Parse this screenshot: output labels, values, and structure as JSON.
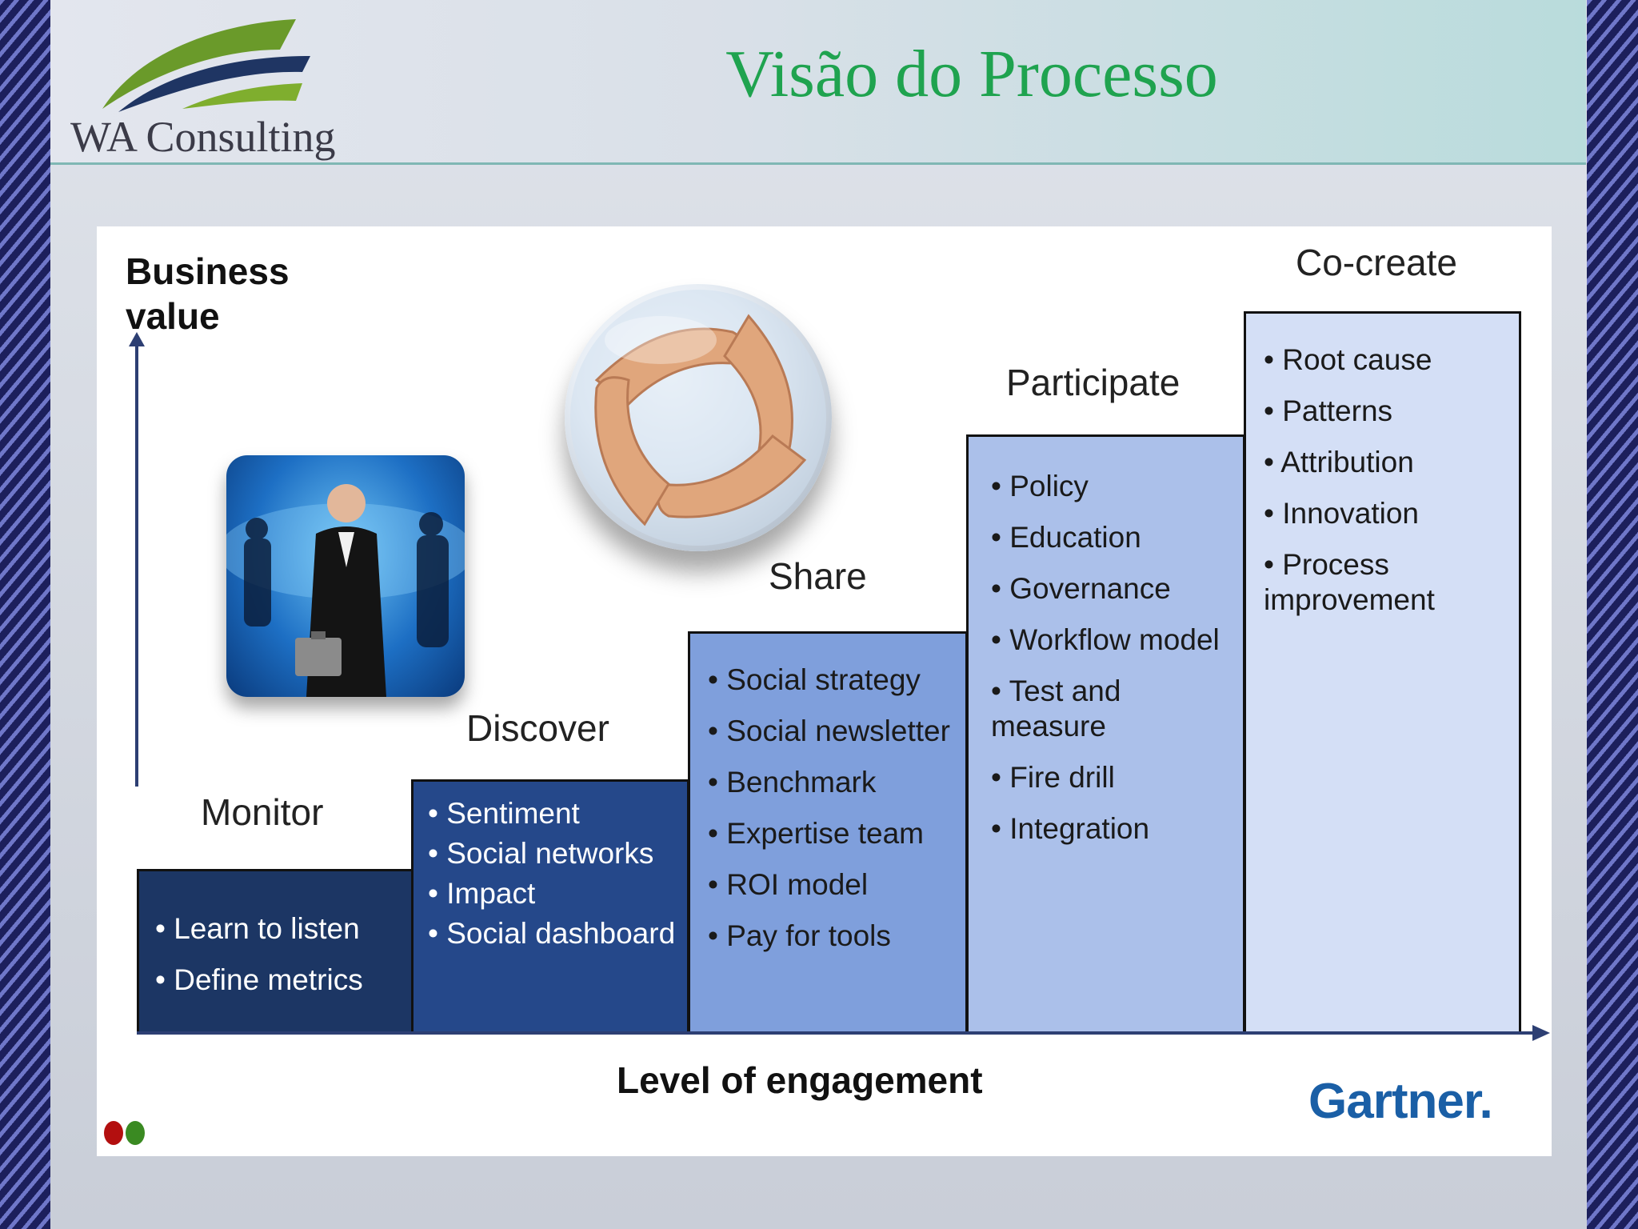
{
  "header": {
    "logo_text": "WA Consulting",
    "title": "Visão do Processo"
  },
  "diagram": {
    "y_axis_label_line1": "Business",
    "y_axis_label_line2": "value",
    "x_axis_label": "Level of engagement",
    "source_logo": "Gartner.",
    "stages": [
      {
        "label": "Monitor",
        "color": "#1c3664",
        "text_color": "#ffffff",
        "items": [
          "Learn to listen",
          "Define metrics"
        ]
      },
      {
        "label": "Discover",
        "color": "#25488a",
        "text_color": "#ffffff",
        "items": [
          "Sentiment",
          "Social networks",
          "Impact",
          "Social dashboard"
        ]
      },
      {
        "label": "Share",
        "color": "#7f9fdc",
        "text_color": "#1a1a1a",
        "items": [
          "Social strategy",
          "Social newsletter",
          "Benchmark",
          "Expertise team",
          "ROI model",
          "Pay for tools"
        ]
      },
      {
        "label": "Participate",
        "color": "#abc0ea",
        "text_color": "#1a1a1a",
        "items": [
          "Policy",
          "Education",
          "Governance",
          "Workflow model",
          "Test and measure",
          "Fire drill",
          "Integration"
        ]
      },
      {
        "label": "Co-create",
        "color": "#d4dff6",
        "text_color": "#1a1a1a",
        "items": [
          "Root cause",
          "Patterns",
          "Attribution",
          "Innovation",
          "Process improvement"
        ]
      }
    ],
    "images": [
      "businessman-photo",
      "linked-hands-photo"
    ],
    "corner_dots": [
      "#b30f0f",
      "#3a8a22"
    ]
  },
  "colors": {
    "title_green": "#1fa34f",
    "axis": "#2d3f73",
    "gartner_blue": "#1a5fa6"
  }
}
